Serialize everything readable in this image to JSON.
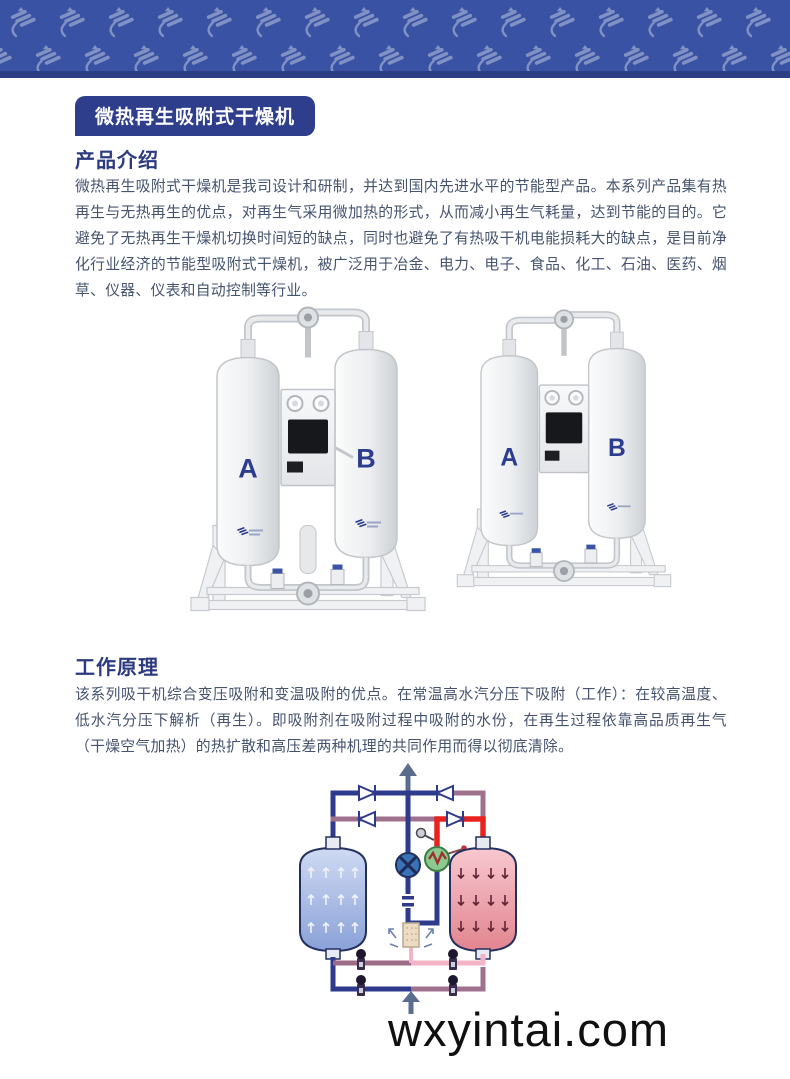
{
  "header_band": {
    "background_color": "#3a52a4",
    "bottom_strip_color": "#2b3e86",
    "logo_glyph_color": "#8495c5",
    "logo_name": "brand-monogram-pattern"
  },
  "title_badge": {
    "label": "微热再生吸附式干燥机",
    "background": "#2e3e8c",
    "text_color": "#ffffff"
  },
  "intro": {
    "heading": "产品介绍",
    "body": "微热再生吸附式干燥机是我司设计和研制，并达到国内先进水平的节能型产品。本系列产品集有热再生与无热再生的优点，对再生气采用微加热的形式，从而减小再生气耗量，达到节能的目的。它避免了无热再生干燥机切换时间短的缺点，同时也避免了有热吸干机电能损耗大的缺点，是目前净化行业经济的节能型吸附式干燥机，被广泛用于冶金、电力、电子、食品、化工、石油、医药、烟草、仪器、仪表和自动控制等行业。"
  },
  "principle": {
    "heading": "工作原理",
    "body": "该系列吸干机综合变压吸附和变温吸附的优点。在常温高水汽分压下吸附（工作）：在较高温度、低水汽分压下解析（再生）。即吸附剂在吸附过程中吸附的水份，在再生过程依靠高品质再生气（干燥空气加热）的热扩散和高压差两种机理的共同作用而得以彻底清除。"
  },
  "products": {
    "left_unit": {
      "tower_a": "A",
      "tower_b": "B"
    },
    "right_unit": {
      "tower_a": "A",
      "tower_b": "B"
    }
  },
  "diagram_colors": {
    "dry_air_pipe": "#2e3a8c",
    "regen_return_pipe": "#a0718d",
    "hot_purge_pipe": "#e8231e",
    "exhaust_pipe": "#f2b4c5",
    "adsorbing_tower_fill": "#8aa1d8",
    "regenerating_tower_fill": "#e2848f",
    "heater_fill": "#8cc98f",
    "purge_valve_fill": "#3a72b8",
    "flow_arrow_color": "#5b6d8f",
    "muffler_fill": "#ecdcc3",
    "actuated_valve_color": "#3b2b4d"
  },
  "text_colors": {
    "heading": "#2b3a80",
    "body": "#45536f"
  },
  "watermark": {
    "text": "wxyintai.com",
    "color": "#101010"
  }
}
